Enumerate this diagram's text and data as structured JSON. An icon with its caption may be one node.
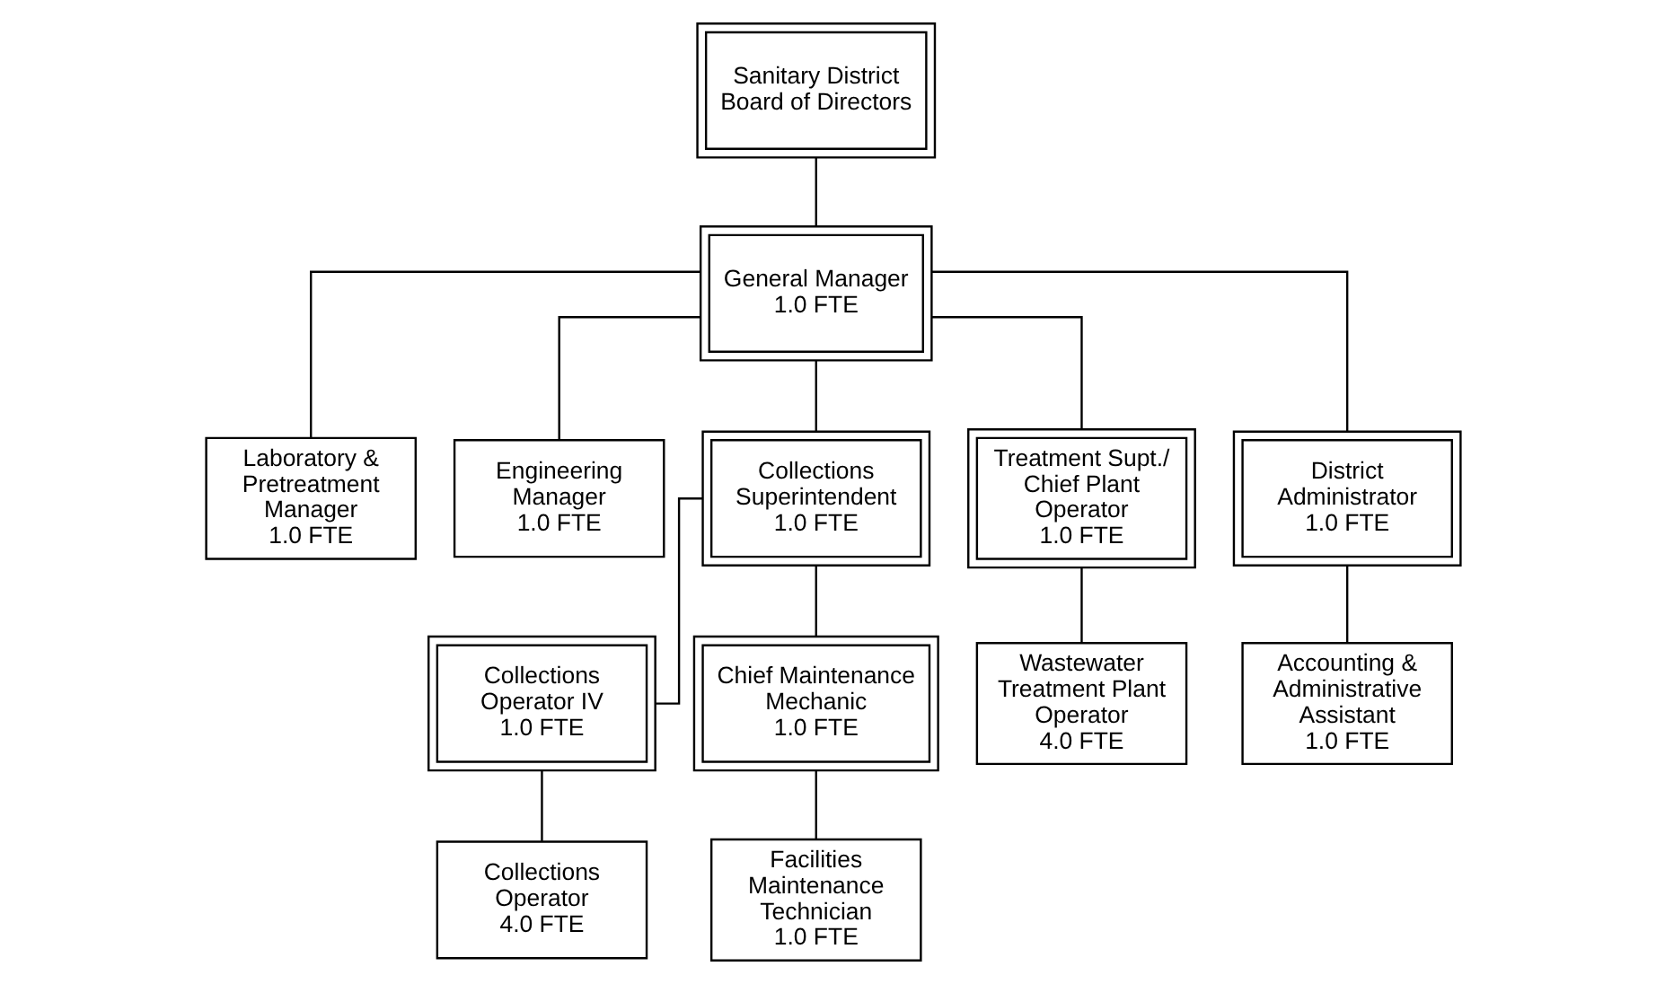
{
  "diagram": {
    "nodes": [
      {
        "text": [
          "Sanitary District Board of Directors"
        ]
      },
      {
        "text": [
          "General Manager",
          "1.0 FTE"
        ]
      },
      {
        "text": [
          "Laboratory & Pretreatment Manager",
          "1.0 FTE"
        ]
      },
      {
        "text": [
          "Engineering Manager",
          "1.0 FTE"
        ]
      },
      {
        "text": [
          "Collections Superintendent",
          "1.0 FTE"
        ]
      },
      {
        "text": [
          "Treatment Supt./ Chief Plant Operator",
          "1.0 FTE"
        ]
      },
      {
        "text": [
          "District Administrator",
          "1.0 FTE"
        ]
      },
      {
        "text": [
          "Collections Operator IV",
          "1.0 FTE"
        ]
      },
      {
        "text": [
          "Chief Maintenance Mechanic",
          "1.0 FTE"
        ]
      },
      {
        "text": [
          "Collections Operator",
          "4.0 FTE"
        ]
      },
      {
        "text": [
          "Facilities Maintenance Technician",
          "1.0 FTE"
        ]
      },
      {
        "text": [
          "Wastewater Treatment Plant Operator",
          "4.0 FTE"
        ]
      },
      {
        "text": [
          "Accounting & Administrative Assistant",
          "1.0 FTE"
        ]
      }
    ],
    "edges": [
      {
        "from": 0,
        "to": 1,
        "arrow": "none"
      },
      {
        "from": 1,
        "to": 2,
        "arrow": "none"
      },
      {
        "from": 1,
        "to": 3,
        "arrow": "none"
      },
      {
        "from": 1,
        "to": 4,
        "arrow": "none"
      },
      {
        "from": 1,
        "to": 5,
        "arrow": "none"
      },
      {
        "from": 1,
        "to": 6,
        "arrow": "none"
      },
      {
        "from": 4,
        "to": 7,
        "arrow": "none"
      },
      {
        "from": 4,
        "to": 8,
        "arrow": "none"
      },
      {
        "from": 7,
        "to": 9,
        "arrow": "none"
      },
      {
        "from": 8,
        "to": 10,
        "arrow": "none"
      },
      {
        "from": 5,
        "to": 11,
        "arrow": "none"
      },
      {
        "from": 6,
        "to": 12,
        "arrow": "none"
      }
    ]
  }
}
